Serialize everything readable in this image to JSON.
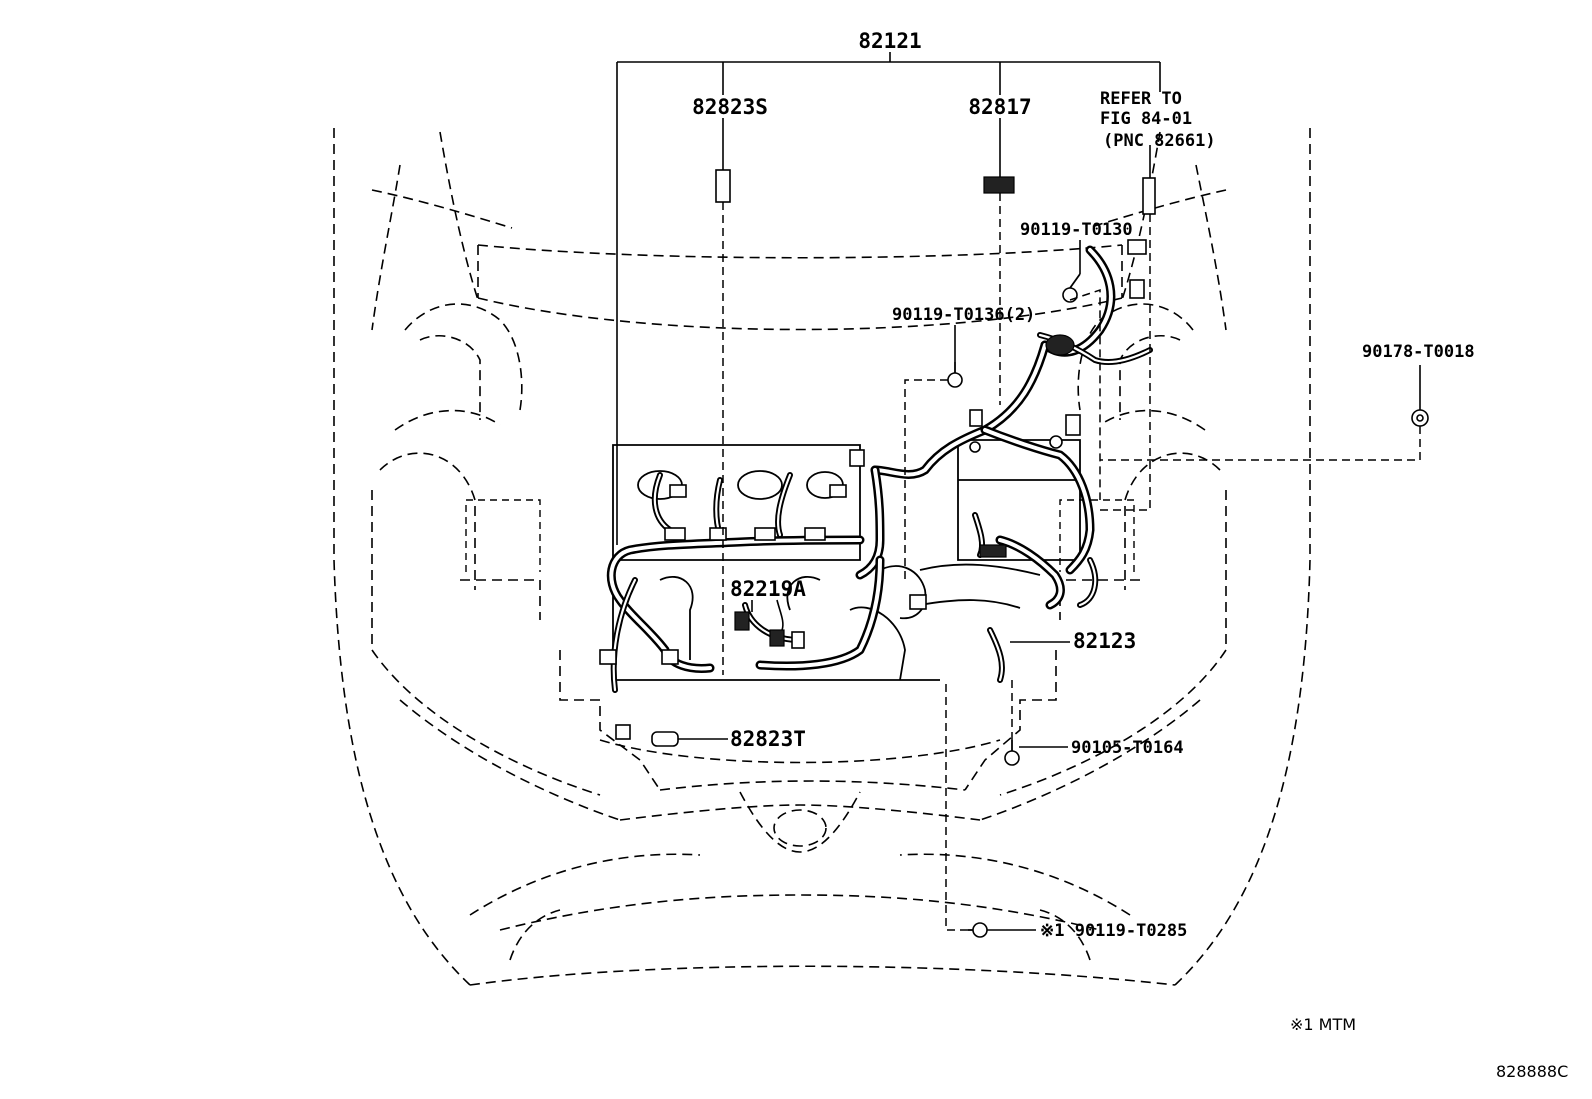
{
  "labels": {
    "p82121": "82121",
    "p82823S": "82823S",
    "p82817": "82817",
    "refer_line1": "REFER TO",
    "refer_line2": "FIG 84-01",
    "refer_line3": "(PNC 82661)",
    "p90119_T0130": "90119-T0130",
    "p90119_T0136": "90119-T0136(2)",
    "p90178_T0018": "90178-T0018",
    "p82219A": "82219A",
    "p82123": "82123",
    "p82823T": "82823T",
    "p90105_T0164": "90105-T0164",
    "p90119_T0285": "※1 90119-T0285"
  },
  "footnote": "※1 MTM",
  "figure_code": "828888C"
}
